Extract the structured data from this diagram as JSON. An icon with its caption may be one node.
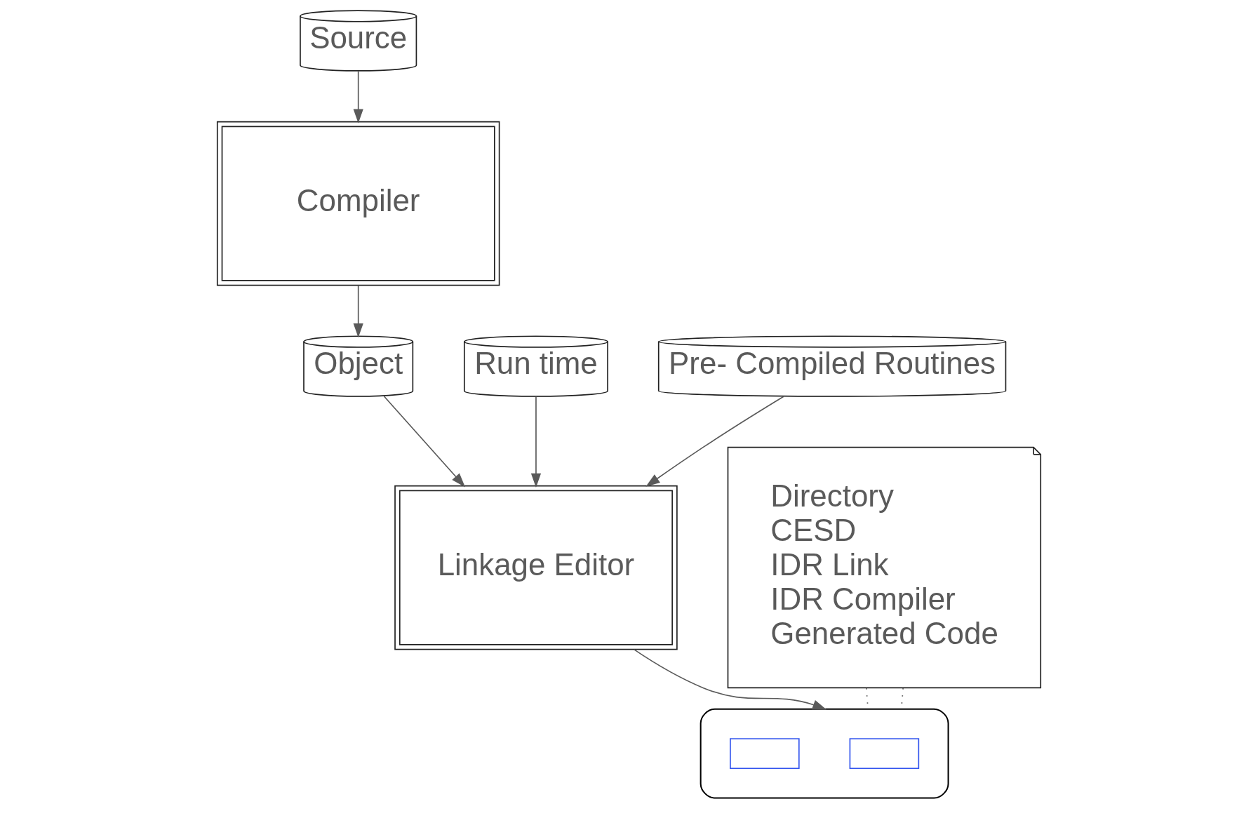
{
  "diagram": {
    "nodes": [
      {
        "text": [
          "Source"
        ]
      },
      {
        "text": [
          "Compiler"
        ]
      },
      {
        "text": [
          "Object"
        ]
      },
      {
        "text": [
          "Run time"
        ]
      },
      {
        "text": [
          "Pre- Compiled Routines"
        ]
      },
      {
        "text": [
          "Linkage Editor"
        ]
      },
      {
        "text": [],
        "shape": "cylinder"
      },
      {
        "text": [],
        "shape": "box",
        "in": 6
      },
      {
        "text": [],
        "shape": "box",
        "in": 6
      },
      {
        "text": [
          "Directory",
          "CESD",
          "IDR Link",
          "IDR Compiler",
          "Generated Code"
        ]
      }
    ],
    "edges": [
      {
        "from": 0,
        "to": 1,
        "arrow": "to"
      },
      {
        "from": 1,
        "to": 2,
        "arrow": "to"
      },
      {
        "from": 2,
        "to": 5,
        "arrow": "to"
      },
      {
        "from": 3,
        "to": 5,
        "arrow": "to"
      },
      {
        "from": 4,
        "to": 5,
        "arrow": "to"
      },
      {
        "from": 5,
        "to": 6,
        "arrow": "to"
      },
      {
        "from": 9,
        "to": 6,
        "arrow": "none",
        "style": "dashed"
      },
      {
        "from": 9,
        "to": 6,
        "arrow": "none",
        "style": "dashed"
      }
    ]
  }
}
